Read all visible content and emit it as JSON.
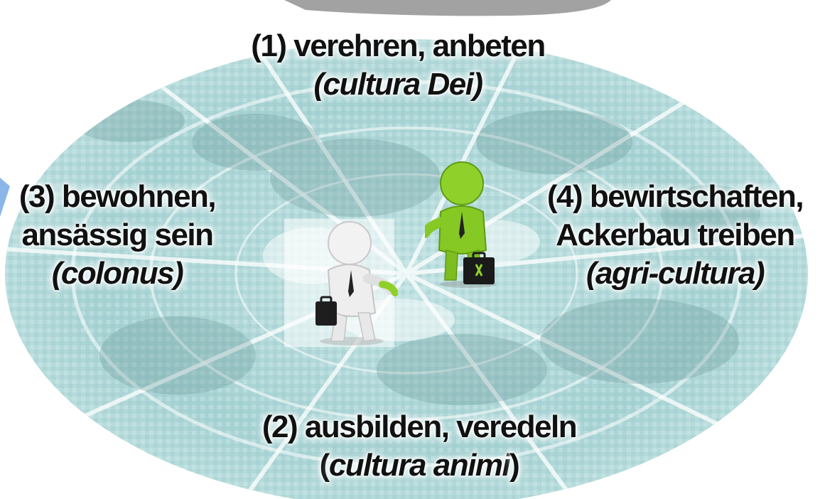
{
  "diagram": {
    "items": [
      {
        "id": "1",
        "line1": "(1) verehren, anbeten",
        "line2": "(cultura Dei)"
      },
      {
        "id": "2",
        "line1": "(2) ausbilden, veredeln",
        "line2_open": "(",
        "line2_italic": "cultura animi",
        "line2_close": ")"
      },
      {
        "id": "3",
        "line1": "(3) bewohnen,",
        "line2": "ansässig sein",
        "line3": "(colonus)"
      },
      {
        "id": "4",
        "line1": "(4) bewirtschaften,",
        "line2": "Ackerbau treiben",
        "line3": "(agri-cultura)"
      }
    ],
    "figures": [
      {
        "name": "white-businessman",
        "color": "#eeeeee"
      },
      {
        "name": "green-businessman",
        "color": "#8fd12a"
      }
    ],
    "background_color": "#a8d6d6"
  }
}
